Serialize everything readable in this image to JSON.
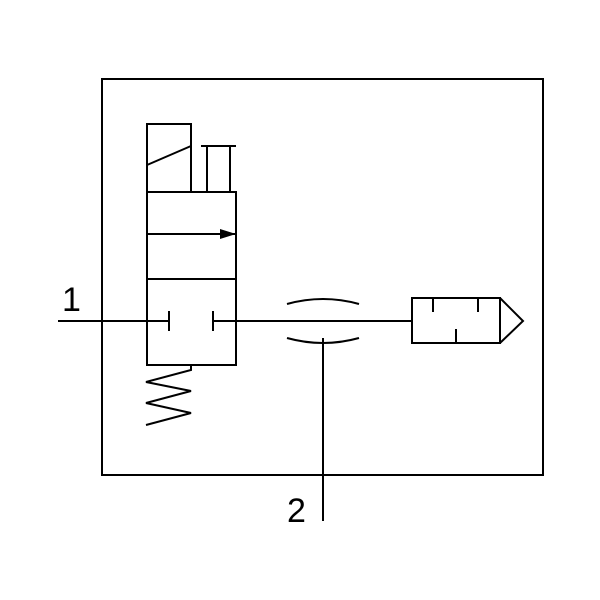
{
  "ports": {
    "port_1": "1",
    "port_2": "2"
  },
  "colors": {
    "stroke": "#000000",
    "background": "#ffffff"
  },
  "symbols": [
    "enclosure-frame",
    "solenoid-actuator",
    "manual-override",
    "two-way-valve-open-position",
    "two-way-valve-closed-position",
    "return-spring",
    "fixed-restrictor",
    "silencer"
  ]
}
